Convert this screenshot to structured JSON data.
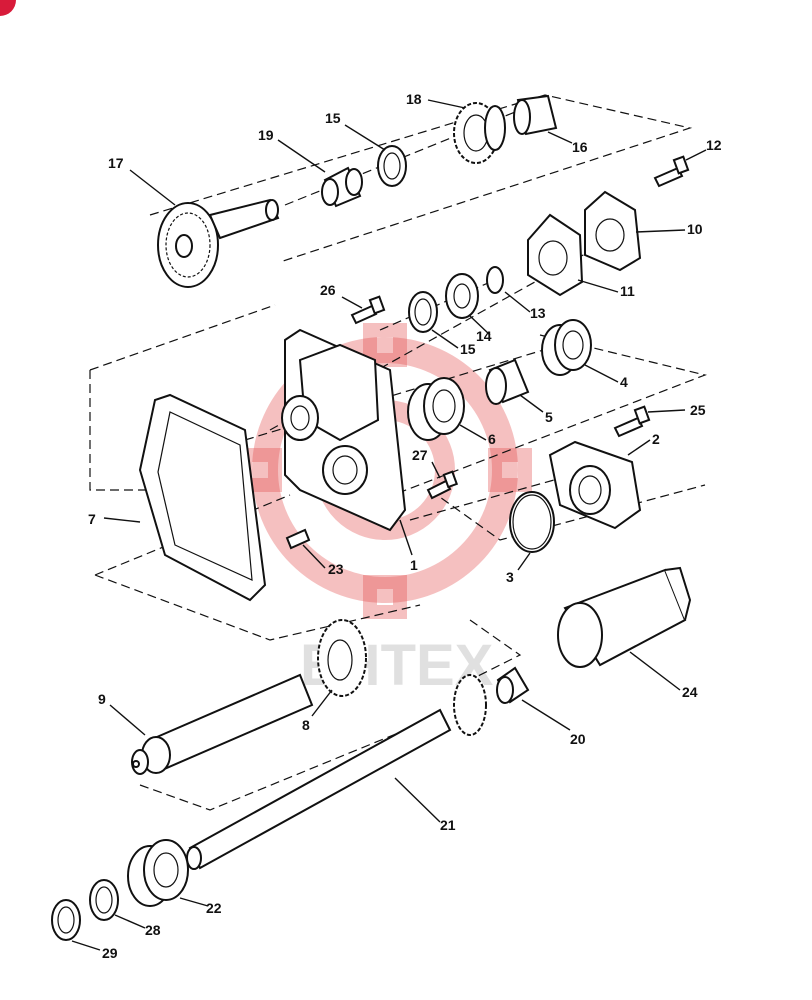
{
  "diagram": {
    "callouts": {
      "c1": "1",
      "c2": "2",
      "c3": "3",
      "c4": "4",
      "c5": "5",
      "c6": "6",
      "c7": "7",
      "c8": "8",
      "c9": "9",
      "c10": "10",
      "c11": "11",
      "c12": "12",
      "c13": "13",
      "c14": "14",
      "c15a": "15",
      "c15b": "15",
      "c16": "16",
      "c17": "17",
      "c18": "18",
      "c19": "19",
      "c20": "20",
      "c21": "21",
      "c22": "22",
      "c23": "23",
      "c24": "24",
      "c25": "25",
      "c26": "26",
      "c27": "27",
      "c28": "28",
      "c29": "29"
    },
    "watermark": {
      "text": "EHTEX",
      "color": "#e34a4a"
    },
    "badge_color": "#d81b3a"
  }
}
